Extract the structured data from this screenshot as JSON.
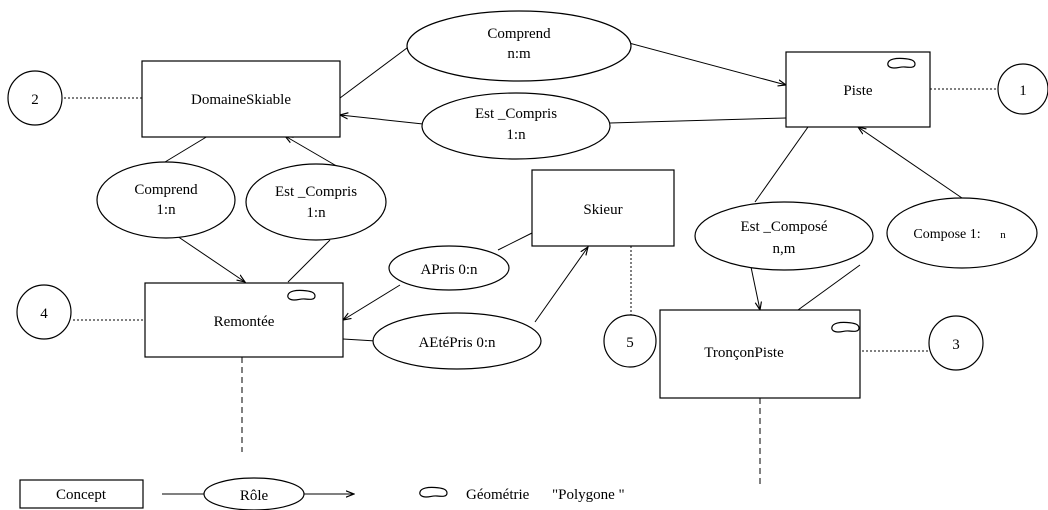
{
  "entities": {
    "domaine": "DomaineSkiable",
    "piste": "Piste",
    "skieur": "Skieur",
    "remontee": "Remontée",
    "troncon": "TronçonPiste"
  },
  "relations": {
    "comprend_top": {
      "name": "Comprend",
      "card": "n:m"
    },
    "est_compris_top": {
      "name": "Est _Compris",
      "card": "1:n"
    },
    "comprend_left": {
      "name": "Comprend",
      "card": "1:n"
    },
    "est_compris_left": {
      "name": "Est _Compris",
      "card": "1:n"
    },
    "apris": "APris  0:n",
    "aetepris": "AEtéPris   0:n",
    "est_compose": {
      "name": "Est _Composé",
      "card": "n,m"
    },
    "compose": {
      "name": "Compose 1:",
      "card": "n"
    }
  },
  "markers": [
    "1",
    "2",
    "3",
    "4",
    "5"
  ],
  "legend": {
    "concept": "Concept",
    "role": "Rôle",
    "geometry_label": "Géométrie",
    "geometry_type": "\"Polygone \""
  }
}
